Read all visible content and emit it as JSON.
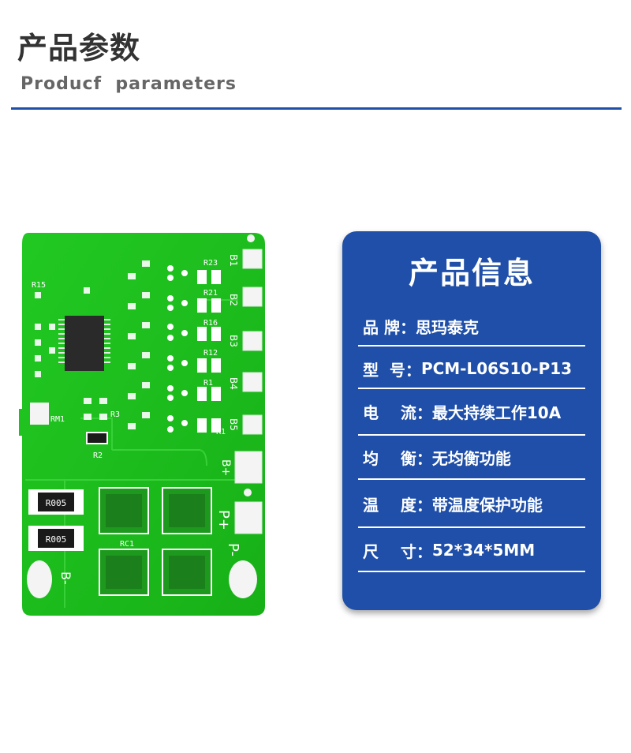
{
  "header": {
    "title_cn": "产品参数",
    "title_en": "Producf  parameters",
    "accent_color": "#1f4fa8"
  },
  "board": {
    "pad_labels": [
      "B1",
      "B2",
      "B3",
      "B4",
      "B5",
      "B+",
      "P+",
      "P-",
      "B-"
    ],
    "resistor_labels": [
      "R005",
      "R005"
    ],
    "silkscreen": [
      "R23",
      "R21",
      "R16",
      "R12",
      "R1",
      "R15",
      "RM1",
      "R3",
      "R2",
      "RC1",
      "R1"
    ],
    "board_color": "#1ec21e"
  },
  "info": {
    "title": "产品信息",
    "rows": [
      {
        "label": "品 牌：",
        "value": "思玛泰克"
      },
      {
        "label": "型  号：",
        "value": "PCM-L06S10-P13"
      },
      {
        "label": "电    流：",
        "value": "最大持续工作10A"
      },
      {
        "label": "均    衡：",
        "value": "无均衡功能"
      },
      {
        "label": "温    度：",
        "value": "带温度保护功能"
      },
      {
        "label": "尺    寸：",
        "value": "52*34*5MM"
      }
    ]
  }
}
